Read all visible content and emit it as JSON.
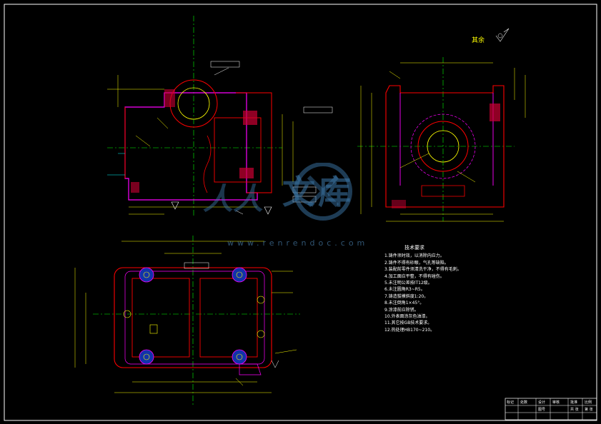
{
  "drawing": {
    "other_label": "其余",
    "notes_title": "技术要求",
    "notes": [
      "1.铸件须时效，以消除内应力。",
      "2.铸件不得有砂眼，气孔等缺陷。",
      "3.装配前零件须清洗干净，不得有毛刺。",
      "4.加工面应平整，不得有碰伤。",
      "5.未注明公差按IT12级。",
      "6.未注圆角R3~R5。",
      "7.铸造拔模斜度1:20。",
      "8.未注倒角1×45°。",
      "9.涂漆前应除锈。",
      "10.外表面涂灰色油漆。",
      "11.其它按GB技术要求。",
      "12.热处理HB170~210。"
    ],
    "watermark": {
      "left": "人人",
      "main": "文库",
      "url": "www.renrendoc.com"
    },
    "title_block": {
      "c1": "标记",
      "c2": "处数",
      "c3": "设计",
      "c4": "审核",
      "c5": "批准",
      "c6": "比例",
      "c7": "图号",
      "c8": "共 张",
      "c9": "第 张"
    }
  }
}
